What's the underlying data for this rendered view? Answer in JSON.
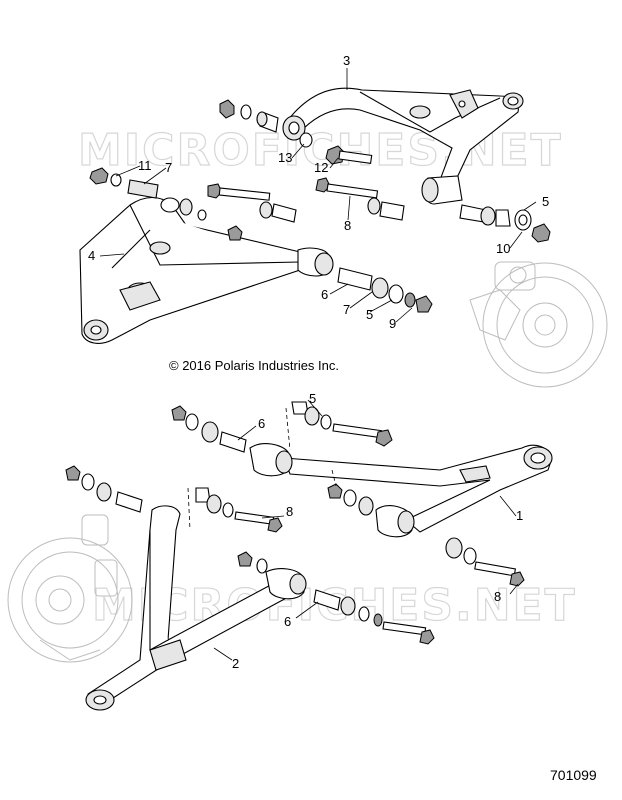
{
  "copyright": "© 2016 Polaris Industries Inc.",
  "document_number": "701099",
  "watermark": "MICROFICHES.NET",
  "callouts": [
    {
      "id": "c3",
      "text": "3"
    },
    {
      "id": "c11",
      "text": "11"
    },
    {
      "id": "c7a",
      "text": "7"
    },
    {
      "id": "c13",
      "text": "13"
    },
    {
      "id": "c12",
      "text": "12"
    },
    {
      "id": "c8a",
      "text": "8"
    },
    {
      "id": "c4",
      "text": "4"
    },
    {
      "id": "c5a",
      "text": "5"
    },
    {
      "id": "c10",
      "text": "10"
    },
    {
      "id": "c6a",
      "text": "6"
    },
    {
      "id": "c7b",
      "text": "7"
    },
    {
      "id": "c5b",
      "text": "5"
    },
    {
      "id": "c9",
      "text": "9"
    },
    {
      "id": "c5c",
      "text": "5"
    },
    {
      "id": "c6b",
      "text": "6"
    },
    {
      "id": "c8b",
      "text": "8"
    },
    {
      "id": "c1",
      "text": "1"
    },
    {
      "id": "c8c",
      "text": "8"
    },
    {
      "id": "c6c",
      "text": "6"
    },
    {
      "id": "c2",
      "text": "2"
    }
  ]
}
